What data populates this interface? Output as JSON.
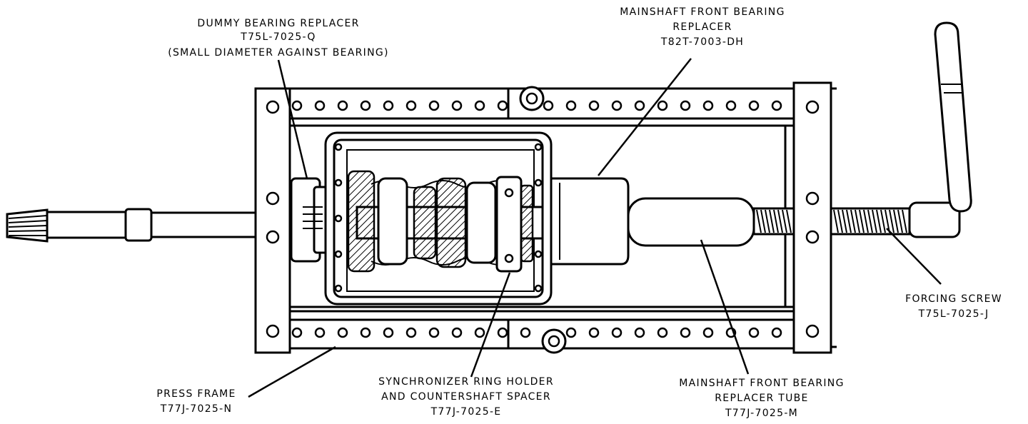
{
  "labels": {
    "dummy_bearing": {
      "line1": "DUMMY BEARING REPLACER",
      "line2": "T75L-7025-Q",
      "line3": "(SMALL DIAMETER AGAINST BEARING)"
    },
    "mainshaft_bearing": {
      "line1": "MAINSHAFT FRONT BEARING",
      "line2": "REPLACER",
      "line3": "T82T-7003-DH"
    },
    "forcing_screw": {
      "line1": "FORCING SCREW",
      "line2": "T75L-7025-J"
    },
    "press_frame": {
      "line1": "PRESS FRAME",
      "line2": "T77J-7025-N"
    },
    "synchronizer": {
      "line1": "SYNCHRONIZER RING HOLDER",
      "line2": "AND COUNTERSHAFT SPACER",
      "line3": "T77J-7025-E"
    },
    "replacer_tube": {
      "line1": "MAINSHAFT FRONT BEARING",
      "line2": "REPLACER TUBE",
      "line3": "T77J-7025-M"
    }
  }
}
